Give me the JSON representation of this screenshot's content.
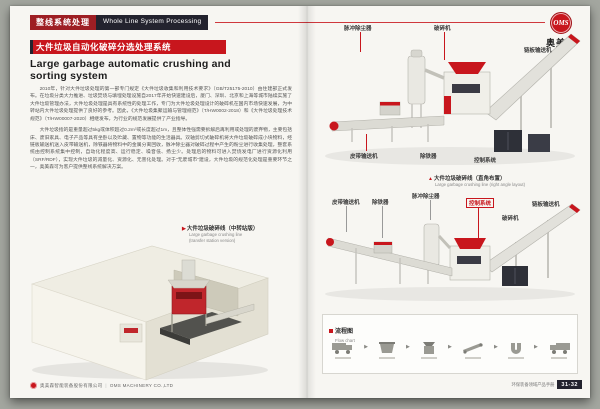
{
  "header": {
    "badge_cn": "整线系统处理",
    "badge_en": "Whole Line System Processing",
    "logo_text": "OMS",
    "brand": "奥美森"
  },
  "left_page": {
    "title_cn": "大件垃圾自动化破碎分选处理系统",
    "title_en": "Large garbage automatic crushing and sorting system",
    "para1": "2010年，针对大件垃圾处理的第一部专门规定《大件垃圾收集和利用技术要求》（GB/T25175-2010）由住建部正式发布。在垃圾分类大力推进、垃圾焚烧与填埋处理设施自2017年开始快速建设后，厦门、深圳、北京和上海等城市陆续实施了大件垃圾管理办法，大件垃圾处理是具有系统性的处理工作，专门为大件垃圾处理设计的破碎机在国内市场快速发展，为中转站内大件垃圾处理提供了良好的参考。因此，《大件垃圾集聚运输与管理规范》（T/HW0002-2018）和《大件垃圾处理技术规范》（T/HW00007-2020）相继发布，为行业的规范发展提供了产业指导。",
    "para2": "大件垃圾指的是重量超过5kg或体积超过0.2m³或长度超过1m，且整体性强需要拆解后再利用或处理的废弃物，主要包括床、废旧家具、电子产品等具有坐卧以及贮藏、置物等功能的生活器具。双轴剪切式破碎机将大件垃圾破碎成小块物料，经链板输送机送入皮带输送机，除铁器将物料中的金属分离回收，脉冲除尘器对破碎过程中产生的粉尘进行收集处理，整套系统由控制系统集中控制，自动化程度高、运行稳定、噪音低、扬尘少。处理后的物料可进入焚烧发电厂进行资源化利用（SRF/RDF），实现大件垃圾的减量化、资源化、无害化处理。对于“无废城市”建设，大件垃圾的规范化处理是重要环节之一，奥美森可为客户提供整线系统解决方案。",
    "caption_marker": "▶",
    "caption_cn": "大件垃圾破碎线（中转站版）",
    "caption_en1": "Large garbage crushing line",
    "caption_en2": "(transfer station version)",
    "footer_company_cn": "奥美森智能装备股份有限公司",
    "footer_divider": "|",
    "footer_company_en": "OMS MACHINERY CO.,LTD"
  },
  "right_page": {
    "diagram1": {
      "label_dust": "脉冲除尘器",
      "label_crusher": "破碎机",
      "label_chain": "链板输送机",
      "label_belt": "皮带输送机",
      "label_iron": "除铁器",
      "label_control": "控制系统",
      "caption_marker": "▲",
      "caption_cn": "大件垃圾破碎线（直角布置）",
      "caption_en": "Large garbage crushing line (right angle layout)"
    },
    "diagram2": {
      "label_belt": "皮带输送机",
      "label_iron": "除铁器",
      "label_dust": "脉冲除尘器",
      "label_control": "控制系统",
      "label_crusher": "破碎机",
      "label_chain": "链板输送机"
    },
    "flowchart": {
      "title_cn": "流程图",
      "title_en": "Flow chart",
      "arrow": "▶",
      "icons": [
        "truck-icon",
        "bin-icon",
        "crusher-icon",
        "conveyor-icon",
        "magnet-icon",
        "truck-out-icon"
      ]
    },
    "footer_text": "环保装备领域产品手册",
    "page_number": "31-32"
  },
  "colors": {
    "accent_red": "#c8161d",
    "dark_navy": "#23232e"
  }
}
